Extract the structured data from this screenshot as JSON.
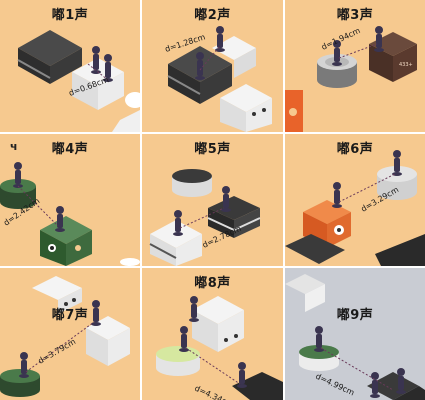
{
  "corner_mark": "ч",
  "panels": [
    {
      "title": "嘟1声",
      "distance": "d=0.68cm"
    },
    {
      "title": "嘟2声",
      "distance": "d=1.28cm"
    },
    {
      "title": "嘟3声",
      "distance": "d=1.94cm",
      "cube_label": "433+"
    },
    {
      "title": "嘟4声",
      "distance": "d=2.42cm"
    },
    {
      "title": "嘟5声",
      "distance": "d=2.78cm"
    },
    {
      "title": "嘟6声",
      "distance": "d=3.29cm"
    },
    {
      "title": "嘟7声",
      "distance": "d=3.79cm"
    },
    {
      "title": "嘟8声",
      "distance": "d=4.34cm"
    },
    {
      "title": "嘟9声",
      "distance": "d=4.99cm"
    }
  ],
  "colors": {
    "bg_orange": "#f6c98f",
    "bg_gray": "#c9ccd3",
    "player": "#3a3450",
    "dashed_line": "#6a3a5a"
  }
}
